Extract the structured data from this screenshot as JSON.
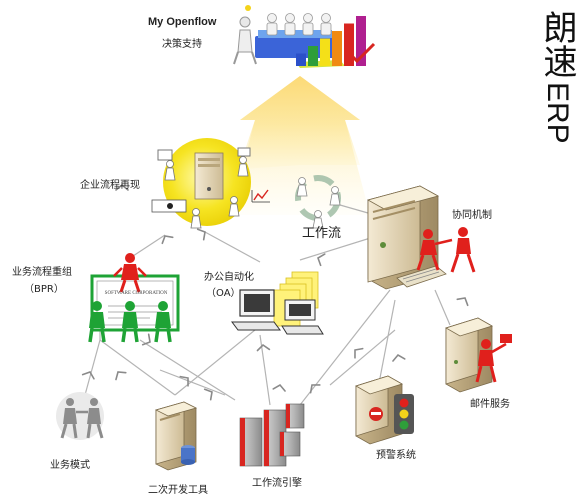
{
  "title": {
    "cjk": "朗速",
    "en": "ERP"
  },
  "nodes": {
    "openflow": {
      "name": "My Openflow",
      "sub": "决策支持"
    },
    "process_reproduce": {
      "label": "企业流程再现"
    },
    "workflow": {
      "label": "工作流"
    },
    "collaboration": {
      "label": "协同机制"
    },
    "bpr": {
      "label": "业务流程重组",
      "sub": "（BPR）"
    },
    "oa": {
      "label": "办公自动化",
      "sub": "（OA）"
    },
    "mail": {
      "label": "邮件服务"
    },
    "business_model": {
      "label": "业务模式"
    },
    "secondary_dev": {
      "label": "二次开发工具"
    },
    "workflow_engine": {
      "label": "工作流引擎"
    },
    "alert": {
      "label": "预警系统"
    }
  },
  "certificate_text": "SOFTWARE CORPORATION",
  "colors": {
    "accent_yellow": "#f5e21a",
    "red_figure": "#e0201c",
    "green_figure": "#1ea335",
    "server": "#e8dcc0",
    "arrow": "#888888",
    "glow": "#fdeba8"
  },
  "bars": [
    {
      "color": "#2b50c9",
      "level": 0.25
    },
    {
      "color": "#2e9e3a",
      "level": 0.4
    },
    {
      "color": "#f4e018",
      "level": 0.55
    },
    {
      "color": "#f08a12",
      "level": 0.7
    },
    {
      "color": "#d82620",
      "level": 0.85
    },
    {
      "color": "#b02090",
      "level": 1.0
    }
  ]
}
